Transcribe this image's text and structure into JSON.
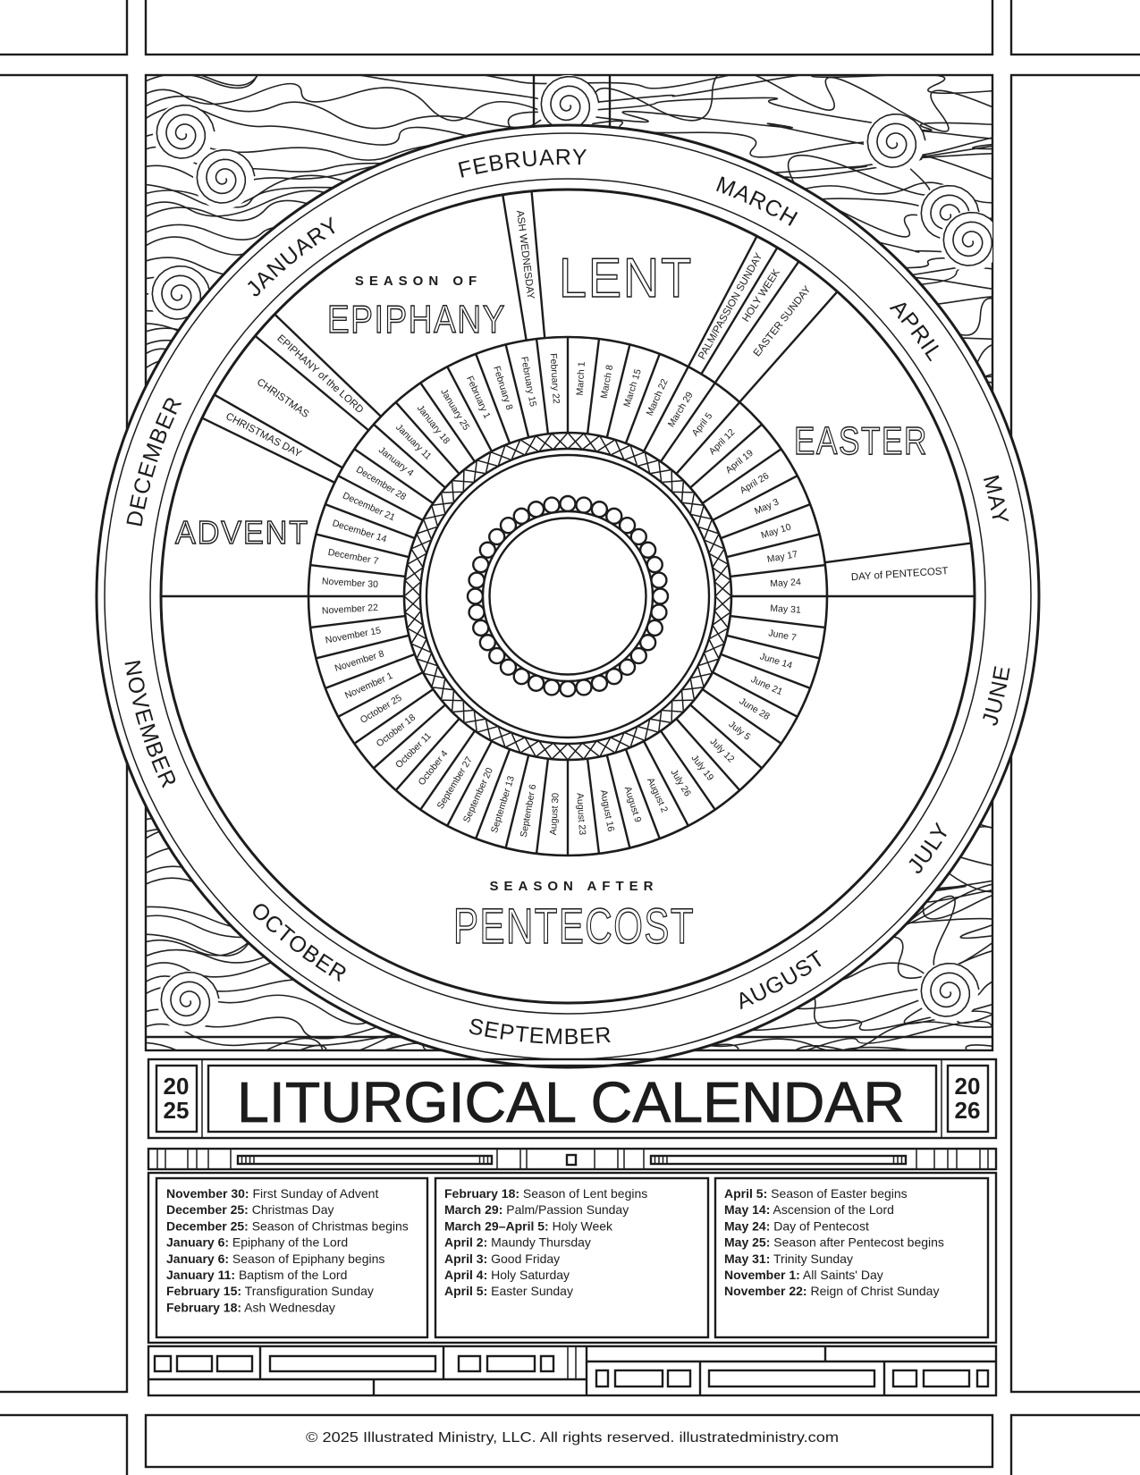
{
  "title": {
    "main": "LITURGICAL CALENDAR",
    "year_start": [
      "20",
      "25"
    ],
    "year_end": [
      "20",
      "26"
    ]
  },
  "wheel": {
    "months": [
      "JANUARY",
      "FEBRUARY",
      "MARCH",
      "APRIL",
      "MAY",
      "JUNE",
      "JULY",
      "AUGUST",
      "SEPTEMBER",
      "OCTOBER",
      "NOVEMBER",
      "DECEMBER"
    ],
    "sundays": [
      "November 30",
      "December 7",
      "December 14",
      "December 21",
      "December 28",
      "January 4",
      "January 11",
      "January 18",
      "January 25",
      "February 1",
      "February 8",
      "February 15",
      "February 22",
      "March 1",
      "March 8",
      "March 15",
      "March 22",
      "March 29",
      "April 5",
      "April 12",
      "April 19",
      "April 26",
      "May 3",
      "May 10",
      "May 17",
      "May 24",
      "May 31",
      "June 7",
      "June 14",
      "June 21",
      "June 28",
      "July 5",
      "July 12",
      "July 19",
      "July 26",
      "August 2",
      "August 9",
      "August 16",
      "August 23",
      "August 30",
      "September 6",
      "September 13",
      "September 20",
      "September 27",
      "October 4",
      "October 11",
      "October 18",
      "October 25",
      "November 1",
      "November 8",
      "November 15",
      "November 22"
    ],
    "seasons": {
      "epiphany_prefix": "SEASON OF",
      "epiphany": "EPIPHANY",
      "lent": "LENT",
      "easter": "EASTER",
      "advent": "ADVENT",
      "pentecost_prefix": "SEASON AFTER",
      "pentecost": "PENTECOST"
    },
    "observances": {
      "christmas_day": "CHRISTMAS DAY",
      "christmas": "CHRISTMAS",
      "epiphany_of_the_lord": "EPIPHANY of the LORD",
      "ash_wednesday": "ASH WEDNESDAY",
      "palm_passion_sunday": "PALM/PASSION SUNDAY",
      "holy_week": "HOLY WEEK",
      "easter_sunday": "EASTER SUNDAY",
      "day_of_pentecost": "DAY of PENTECOST"
    }
  },
  "key_dates": [
    [
      {
        "date": "November 30:",
        "event": " First Sunday of Advent"
      },
      {
        "date": "December 25:",
        "event": " Christmas Day"
      },
      {
        "date": "December 25:",
        "event": " Season of Christmas begins"
      },
      {
        "date": "January 6:",
        "event": " Epiphany of the Lord"
      },
      {
        "date": "January 6:",
        "event": " Season of Epiphany begins"
      },
      {
        "date": "January 11:",
        "event": " Baptism of the Lord"
      },
      {
        "date": "February 15:",
        "event": " Transfiguration Sunday"
      },
      {
        "date": "February 18:",
        "event": " Ash Wednesday"
      }
    ],
    [
      {
        "date": "February 18:",
        "event": " Season of Lent begins"
      },
      {
        "date": "March 29:",
        "event": " Palm/Passion Sunday"
      },
      {
        "date": "March 29–April 5:",
        "event": " Holy Week"
      },
      {
        "date": "April 2:",
        "event": " Maundy Thursday"
      },
      {
        "date": "April 3:",
        "event": " Good Friday"
      },
      {
        "date": "April 4:",
        "event": " Holy Saturday"
      },
      {
        "date": "April 5:",
        "event": " Easter Sunday"
      }
    ],
    [
      {
        "date": "April 5:",
        "event": " Season of Easter begins"
      },
      {
        "date": "May 14:",
        "event": " Ascension of the Lord"
      },
      {
        "date": "May 24:",
        "event": " Day of Pentecost"
      },
      {
        "date": "May 25:",
        "event": " Season after Pentecost begins"
      },
      {
        "date": "May 31:",
        "event": " Trinity Sunday"
      },
      {
        "date": "November 1:",
        "event": " All Saints' Day"
      },
      {
        "date": "November 22:",
        "event": " Reign of Christ Sunday"
      }
    ]
  ],
  "footer": "© 2025 Illustrated Ministry, LLC. All rights reserved. illustratedministry.com"
}
